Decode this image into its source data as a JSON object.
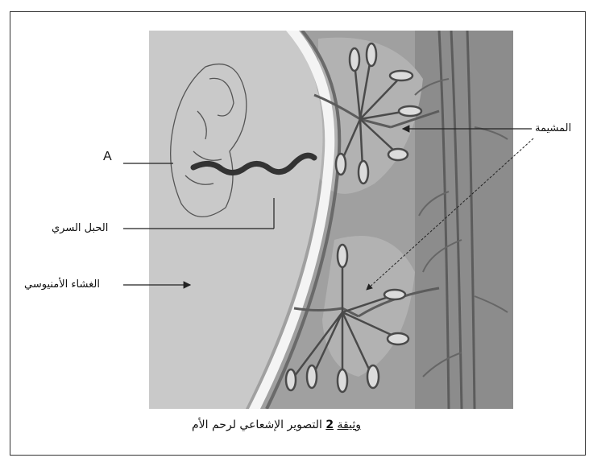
{
  "labels": {
    "a": "A",
    "umbilical_cord": "الحبل السري",
    "amniotic_cavity": "الغشاء الأمنيوسي",
    "placenta": "المشيمة"
  },
  "caption": {
    "doc_word": "وثيقة",
    "doc_number": "2",
    "text": "التصوير الإشعاعي لرحم الأم"
  },
  "colors": {
    "uterus_wall": "#8a8a8a",
    "maternal_tissue": "#9a9a9a",
    "amniotic_fluid": "#c8c8c8",
    "membrane": "#f2f2f2",
    "vessels": "#5a5a5a",
    "cord": "#3a3a3a"
  }
}
